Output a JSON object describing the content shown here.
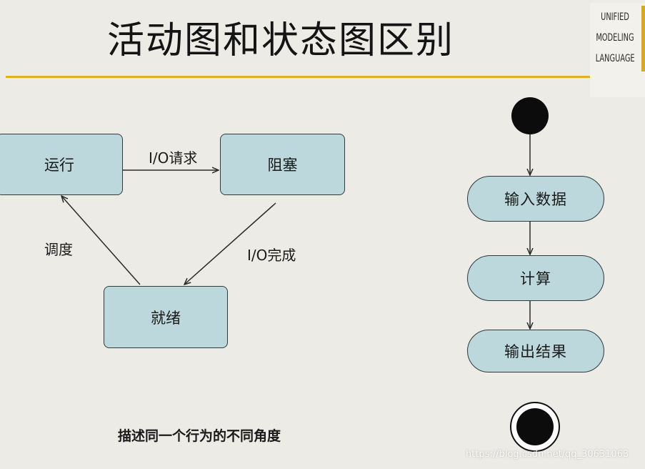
{
  "slide": {
    "title": "活动图和状态图区别",
    "logo": [
      "UNIFIED",
      "MODELING",
      "LANGUAGE"
    ],
    "caption": "描述同一个行为的不同角度",
    "watermark": "https://blog.csdn.net/qq_30631063"
  },
  "state_diagram": {
    "states": {
      "running": "运行",
      "blocked": "阻塞",
      "ready": "就绪"
    },
    "transitions": {
      "io_request": "I/O请求",
      "io_done": "I/O完成",
      "schedule": "调度"
    }
  },
  "activity_diagram": {
    "steps": [
      "输入数据",
      "计算",
      "输出结果"
    ]
  },
  "colors": {
    "node_fill": "#bcd8dc",
    "accent_rule": "#e2b21e",
    "background": "#ecebe6"
  }
}
